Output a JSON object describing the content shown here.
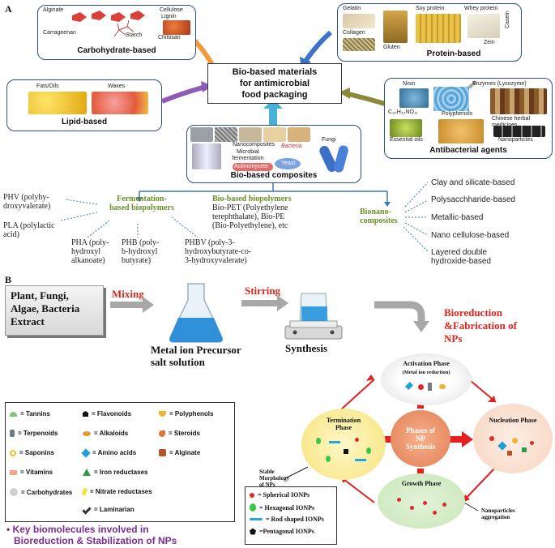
{
  "panel_a": {
    "label": "A",
    "carbohydrate": {
      "title": "Carbohydrate-based",
      "items": [
        "Alginate",
        "Carrageenan",
        "Starch",
        "Cellulose",
        "Lignin",
        "Chitosan"
      ]
    },
    "protein": {
      "title": "Protein-based",
      "items": [
        "Gelatin",
        "Soy protein",
        "Whey protein",
        "Collagen",
        "Gluten",
        "Zein",
        "Casein"
      ]
    },
    "central": {
      "line1": "Bio-based materials",
      "line2": "for antimicrobial",
      "line3": "food packaging"
    },
    "lipid": {
      "title": "Lipid-based",
      "items": [
        "Fats/Oils",
        "Waxes"
      ]
    },
    "antibacterial": {
      "title": "Antibacterial agents",
      "items": [
        "Nisin",
        "Enzymes (Lysozyme)",
        "Protamine",
        "C₃₀H₄₂NO₁₁",
        "Polyphenols",
        "Chinese herbal medicines",
        "Essential oils",
        "Nanoparticles"
      ]
    },
    "composites": {
      "title": "Bio-based composites",
      "items": [
        "Nanocomposites",
        "Microbial fermentation",
        "Bacteria",
        "Fungi",
        "Actinomycete",
        "Yeast"
      ]
    },
    "fermentation": {
      "title_line1": "Fermentation-",
      "title_line2": "based biopolymers",
      "phv": [
        "PHV (polyhy-",
        "droxyvalerate)"
      ],
      "pla": [
        "PLA (polylactic",
        "acid)"
      ],
      "pha": [
        "PHA (poly-",
        "hydroxyl",
        "alkanoate)"
      ],
      "phb": [
        "PHB (poly-",
        "b-hydroxyl",
        "butyrate)"
      ],
      "phbv": [
        "PHBV (poly-3-",
        "hydroxybutyrate-co-",
        "3-hydroxyvalerate)"
      ]
    },
    "biobased": {
      "title": "Bio-based biopolymers",
      "lines": [
        "Bio-PET (Polyethylene",
        "terephthalate), Bio-PE",
        "(Bio-Polyethylene),  etc"
      ]
    },
    "bionano": {
      "title_line1": "Bionano-",
      "title_line2": "composites",
      "items": [
        "Clay and silicate-based",
        "Polysacchharide-based",
        "Metallic-based",
        "Nano cellulose-based",
        "Layered double",
        "hydroxide-based"
      ]
    }
  },
  "panel_b": {
    "label": "B",
    "extract": [
      "Plant, Fungi,",
      "Algae, Bacteria",
      "Extract"
    ],
    "mixing": "Mixing",
    "stirring": "Stirring",
    "precursor": [
      "Metal ion Precursor",
      "salt solution"
    ],
    "synthesis": "Synthesis",
    "bioreduction": [
      "Bioreduction",
      "&Fabrication of",
      "NPs"
    ],
    "center": [
      "Phases of",
      "NP",
      "Synthesis"
    ],
    "activation": [
      "Activation Phase",
      "(Metal ion reduction)"
    ],
    "nucleation": "Nucleation Phase",
    "growth": "Growth Phase",
    "termination": [
      "Termination",
      "Phase"
    ],
    "stable": [
      "Stable",
      "Morphology",
      "of NPs"
    ],
    "aggregation": [
      "Nanoparticles",
      "aggregation"
    ],
    "legend": [
      {
        "icon": "tannins",
        "label": "= Tannins",
        "color": "#7cc67a"
      },
      {
        "icon": "flavonoids",
        "label": "= Flavonoids",
        "color": "#111111"
      },
      {
        "icon": "polyphenols",
        "label": "= Polyphenols",
        "color": "#f2b232"
      },
      {
        "icon": "terpenoids",
        "label": "= Terpenoids",
        "color": "#6f7a86"
      },
      {
        "icon": "alkaloids",
        "label": "= Alkaloids",
        "color": "#e59a2e"
      },
      {
        "icon": "steroids",
        "label": "= Steroids",
        "color": "#e0763a"
      },
      {
        "icon": "saponins",
        "label": "= Saponins",
        "color": "#f3c22b"
      },
      {
        "icon": "amino-acids",
        "label": "= Amino acids",
        "color": "#1ea0d8"
      },
      {
        "icon": "alginate",
        "label": "= Alginate",
        "color": "#b5532a"
      },
      {
        "icon": "vitamins",
        "label": "= Vitamins",
        "color": "#f3a58a"
      },
      {
        "icon": "iron-reductases",
        "label": "= Iron reductases",
        "color": "#2e9a48"
      },
      {
        "icon": "carbohydrates",
        "label": "= Carbohydrates",
        "color": "#cfcfcf"
      },
      {
        "icon": "nitrate-reductases",
        "label": "= Nitrate reductases",
        "color": "#f1e43b"
      },
      {
        "icon": "laminarian",
        "label": "= Laminarian",
        "color": "#333333"
      }
    ],
    "legend_caption": [
      "Key biomolecules involved in",
      "Bioreduction & Stabilization of NPs"
    ],
    "ionp_legend": [
      {
        "icon": "spherical",
        "label": "= Spherical IONPs",
        "color": "#e02a2a"
      },
      {
        "icon": "hexagonal",
        "label": "= Hexagonal IONPs",
        "color": "#3bc64a"
      },
      {
        "icon": "rod",
        "label": "= Rod shaped IONPs",
        "color": "#22a6d9"
      },
      {
        "icon": "pentagonal",
        "label": "=Pentagonal IONPs",
        "color": "#111111"
      }
    ]
  }
}
